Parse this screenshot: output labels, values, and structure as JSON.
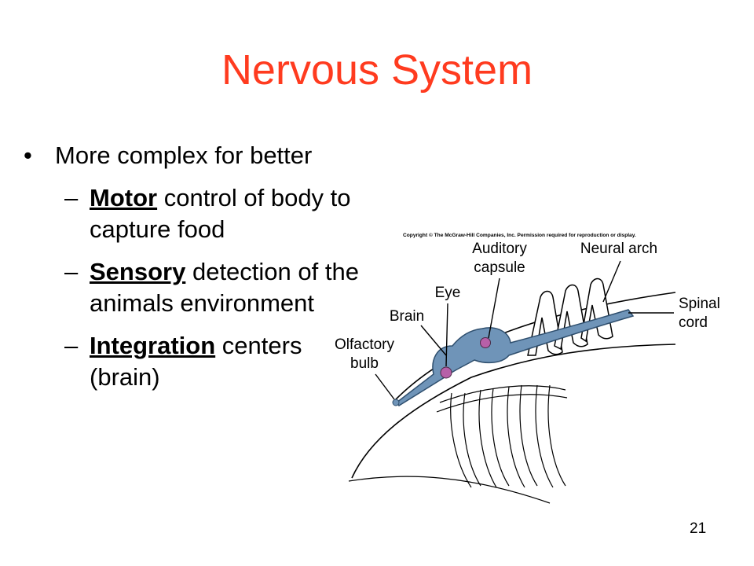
{
  "slide": {
    "title": "Nervous System",
    "page_number": "21",
    "colors": {
      "title": "#ff3b1f",
      "nerve": "#6f94b8",
      "nerve_dark": "#2f4f6e",
      "ganglion": "#b760a8"
    },
    "bullet": {
      "marker": "•",
      "text": "More complex for better",
      "subitems": [
        {
          "dash": "–",
          "keyword": "Motor",
          "rest": " control of body to capture food"
        },
        {
          "dash": "–",
          "keyword": "Sensory",
          "rest": " detection of the animals environment"
        },
        {
          "dash": "–",
          "keyword": "Integration",
          "rest": " centers (brain)"
        }
      ]
    }
  },
  "diagram": {
    "copyright": "Copyright © The McGraw-Hill Companies, Inc. Permission required for reproduction or display.",
    "labels": {
      "auditory_1": "Auditory",
      "auditory_2": "capsule",
      "neural_arch": "Neural arch",
      "eye": "Eye",
      "brain": "Brain",
      "spinal_1": "Spinal",
      "spinal_2": "cord",
      "olfactory_1": "Olfactory",
      "olfactory_2": "bulb"
    }
  }
}
